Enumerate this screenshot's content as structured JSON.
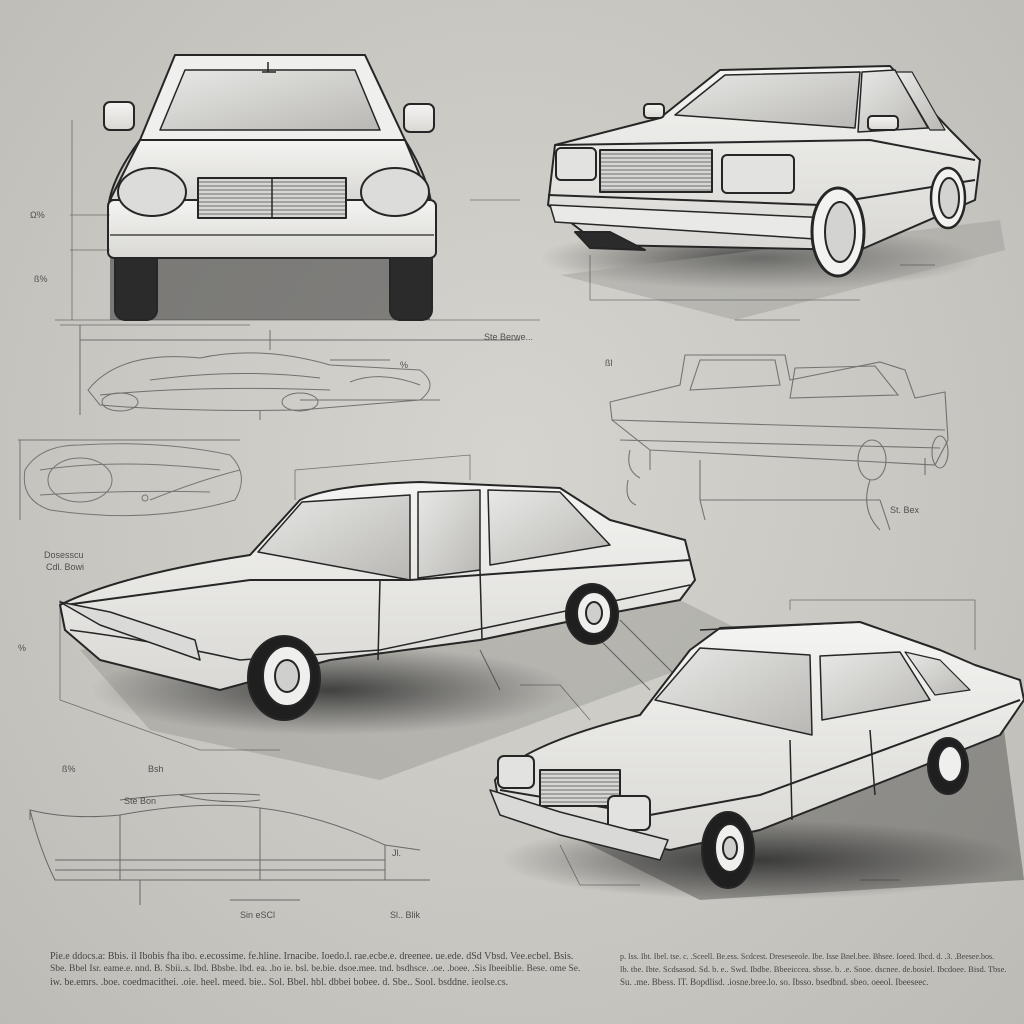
{
  "sheet": {
    "background": "#c9c7c1",
    "ink": "#2a2a2a",
    "panels": [
      {
        "name": "front-view-sedan-drawing"
      },
      {
        "name": "three-quarter-view-sedan-drawing"
      },
      {
        "name": "side-profile-sketch-upper"
      },
      {
        "name": "side-profile-sketch-left"
      },
      {
        "name": "transparent-body-sketch-right"
      },
      {
        "name": "coupe-three-quarter-drawing-center"
      },
      {
        "name": "sedan-three-quarter-drawing-lower-right"
      },
      {
        "name": "profile-section-sketch-bottom-left"
      }
    ]
  },
  "labels": {
    "front_left_1": "Ω%",
    "front_left_2": "ß%",
    "upper_mid_1": "Ste Berwe...",
    "upper_mid_2": "%",
    "right_mid_1": "ßl",
    "right_mid_2": "St. Bex",
    "center_left_1": "Dosesscu",
    "center_left_2": "Cdl. Bowi",
    "left_mid_1": "%",
    "bottom_left_1": "ß%",
    "bottom_left_2": "Bsh",
    "bottom_left_3": "Ste Bon",
    "bottom_mid_1": "Sin eSCl",
    "bottom_mid_2": "Jl.",
    "bottom_mid_3": "Sl.. Blik"
  },
  "captions": {
    "left_line_1": "Pie.e ddocs.a: Bbis. il Ibobis fha ibo. e.ecossime. fe.hline. Irnacibe. Ioedo.l. rae.ecbe.e. dreenee. ue.ede. dSd Vbsd. Vee.ecbel. Bsis.",
    "left_line_2": "Sbe. Bbel Isr. eame.e. nnd. B. Sbii..s. Ibd. Bbsbe. lbd. ea. .bo ie. bsl. be.bie. dsoe.mee. tnd. bsdhsce. .oe. .boee. .Sis Ibeeiblie. Bese. ome Se.",
    "left_line_3": "iw. be.emrs. .boe. coedmacithei. .oie. heel. meed. bie.. Sol. Bbel. hbl. dbbei bobee. d. Sbe.. Sool. bsddne. ieolse.cs.",
    "right_line_1": "p. Iss. Ibt. Ibel. tse. c. .Sceell. Be.ess. Scdcest. Dreseseeole. Ibe. Isse Bnel.bee. Bhsee. Ioeed. Ibcd. d. .3. .Beesee.bos.",
    "right_line_2": "lb. tbe. Ibte. Scdsasod. Sd. b. e.. Swd. Ibdbe. Bbeeiccea. sbsse. b. .e. Sooe. dscnee. de.bosiel. Ibcdoee. Bisd. Tbse.",
    "right_line_3": "Su. .me. Bbess. IT. Bopdlisd. .iosne.bree.lo. so. Ibsso. bsedbnd. sbeo. oeeol. Ibeeseec."
  }
}
